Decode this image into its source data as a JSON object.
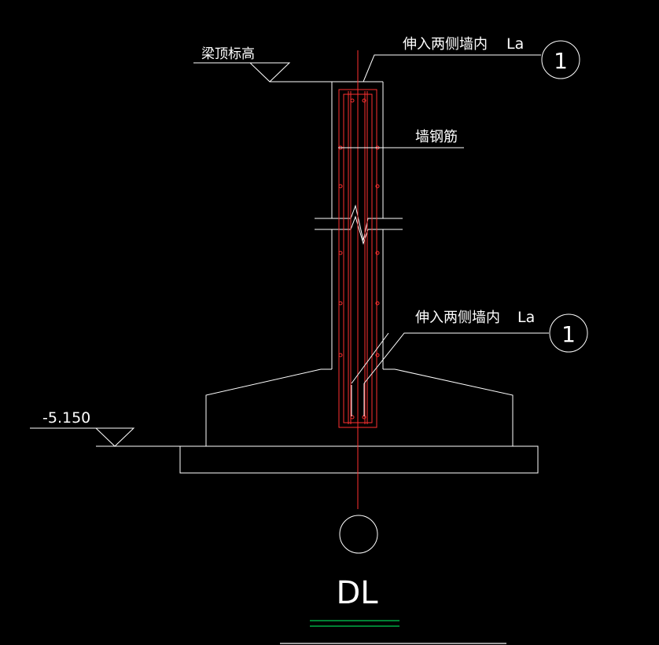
{
  "drawing": {
    "beam_top_label": "梁顶标高",
    "wall_rebar_label": "墙钢筋",
    "upper_anchor_note": "伸入两侧墙内",
    "upper_anchor_code": "La",
    "upper_detail_number": "1",
    "lower_anchor_note": "伸入两侧墙内",
    "lower_anchor_code": "La",
    "lower_detail_number": "1",
    "elevation_label": "-5.150",
    "title": "DL",
    "colors": {
      "background": "#000000",
      "linework": "#ffffff",
      "rebar": "#ff3030",
      "underline": "#00ff66"
    }
  }
}
